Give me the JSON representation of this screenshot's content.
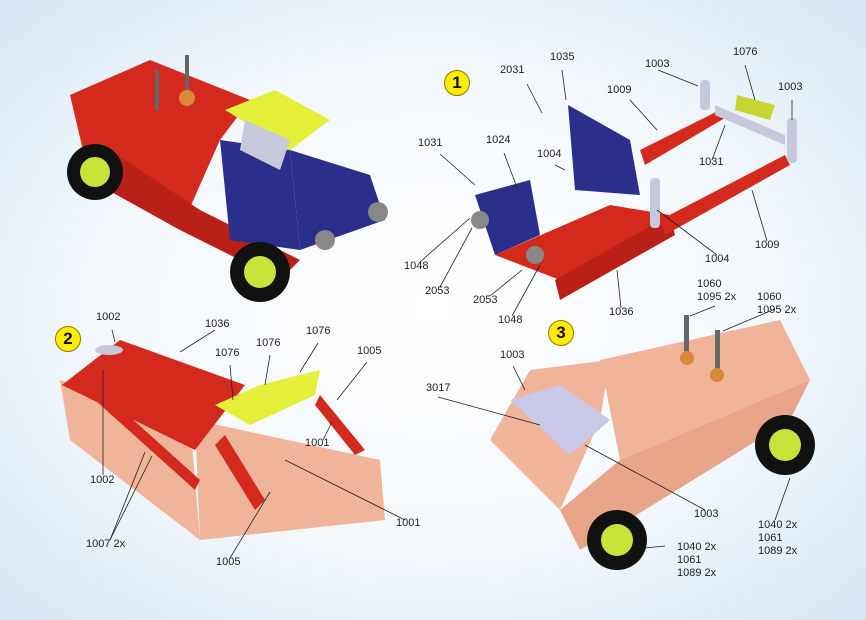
{
  "steps": [
    {
      "number": "1",
      "labels": [
        "2031",
        "1035",
        "1003",
        "1076",
        "1009",
        "1003",
        "1031",
        "1024",
        "1004",
        "1031",
        "1048",
        "2053",
        "2053",
        "1048",
        "1036",
        "1004",
        "1009"
      ]
    },
    {
      "number": "2",
      "labels": [
        "1002",
        "1036",
        "1076",
        "1076",
        "1076",
        "1005",
        "1001",
        "1002",
        "1007 2x",
        "1005",
        "1001"
      ]
    },
    {
      "number": "3",
      "labels": [
        "1060\n1095 2x",
        "1060\n1095 2x",
        "1003",
        "3017",
        "1003",
        "1040 2x\n1061\n1089 2x",
        "1040 2x\n1061\n1089 2x"
      ]
    }
  ],
  "colors": {
    "red": "#d42a1e",
    "blue": "#2b2f8c",
    "yellow": "#e4ef3a",
    "copper": "#f0b49a",
    "silver": "#c8c8dc",
    "badge": "#ffec00"
  }
}
